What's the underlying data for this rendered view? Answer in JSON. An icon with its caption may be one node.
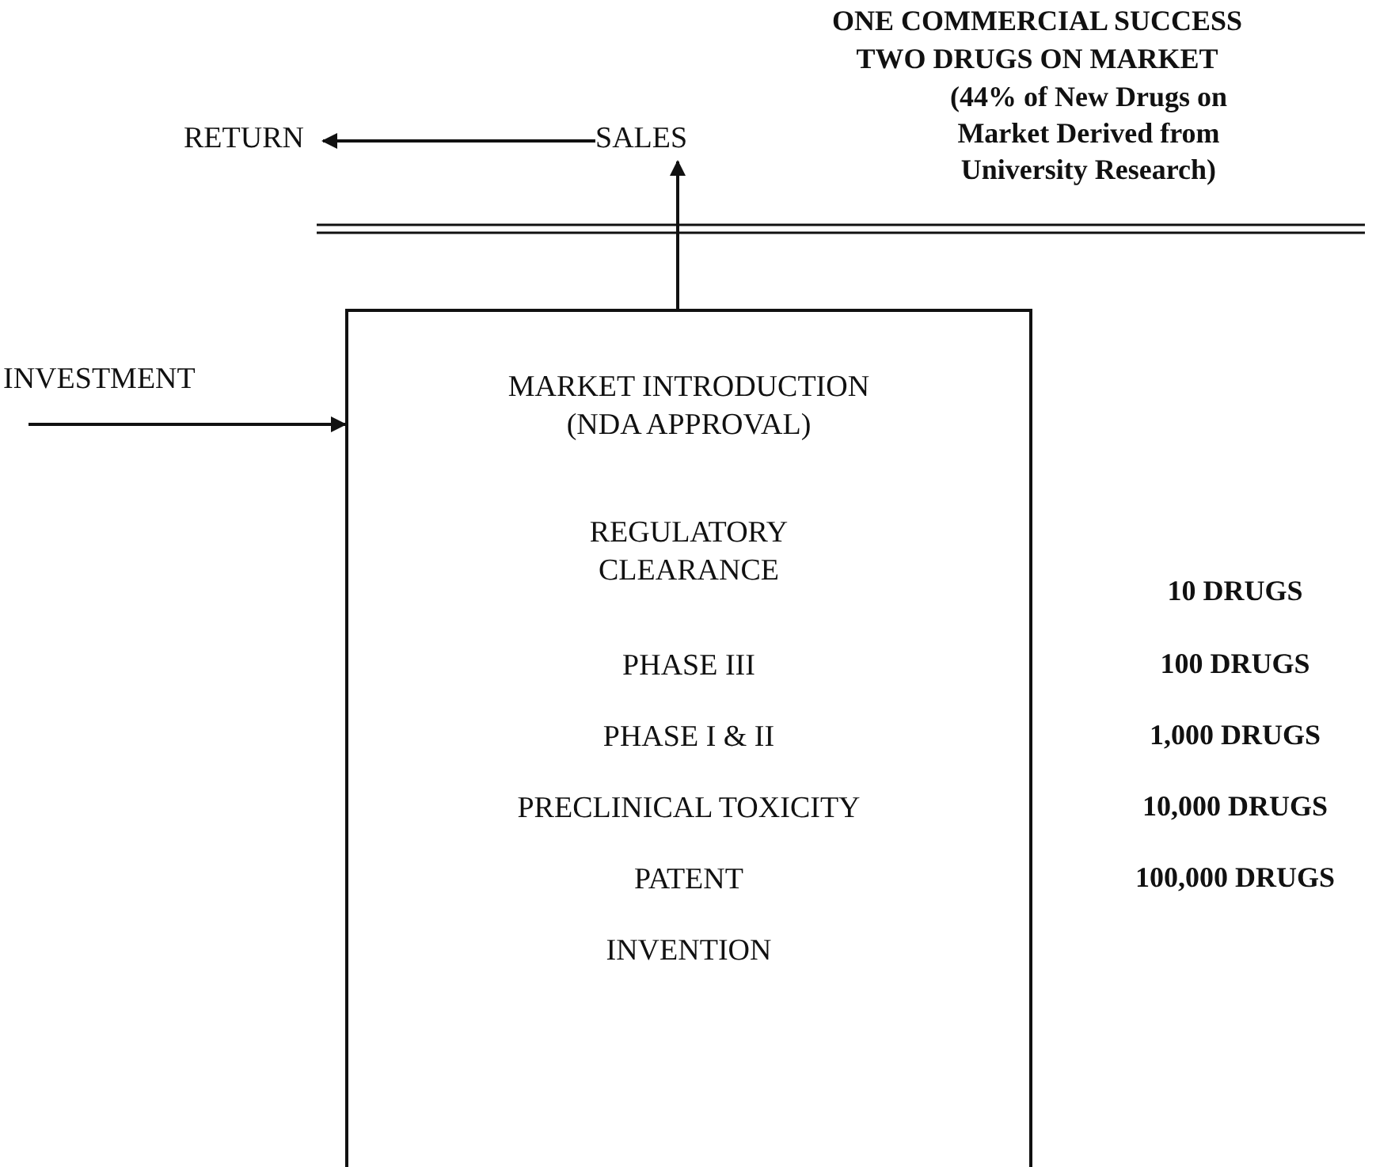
{
  "diagram": {
    "nodes": [
      {
        "text": [
          "MARKET INTRODUCTION (NDA APPROVAL)",
          "REGULATORY CLEARANCE",
          "PHASE III",
          "PHASE I & II",
          "PRECLINICAL TOXICITY",
          "PATENT",
          "INVENTION"
        ]
      },
      {
        "text": [
          "INVESTMENT"
        ]
      },
      {
        "text": [
          "SALES"
        ]
      },
      {
        "text": [
          "RETURN"
        ]
      }
    ],
    "edges": [
      {
        "from": 1,
        "to": 0,
        "arrow": "to"
      },
      {
        "from": 0,
        "to": 2,
        "arrow": "to"
      },
      {
        "from": 2,
        "to": 3,
        "arrow": "to"
      }
    ],
    "labels": [
      "ONE COMMERCIAL SUCCESS",
      "TWO DRUGS ON MARKET",
      "(44% of New Drugs on Market Derived from University Research)",
      "10 DRUGS",
      "100 DRUGS",
      "1,000 DRUGS",
      "10,000 DRUGS",
      "100,000 DRUGS"
    ]
  }
}
